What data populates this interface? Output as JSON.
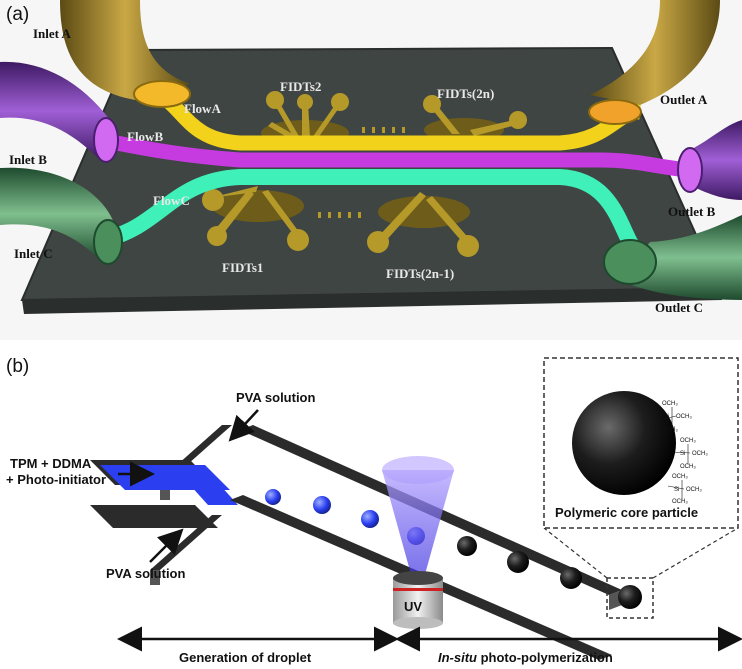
{
  "panel_a": {
    "tag": "(a)",
    "labels": {
      "inlet_a": "Inlet A",
      "inlet_b": "Inlet B",
      "inlet_c": "Inlet C",
      "outlet_a": "Outlet A",
      "outlet_b": "Outlet B",
      "outlet_c": "Outlet C",
      "flow_a": "FlowA",
      "flow_b": "FlowB",
      "flow_c": "FlowC",
      "fidts2": "FIDTs2",
      "fidts_2n": "FIDTs(2n)",
      "fidts1": "FIDTs1",
      "fidts_2n_1": "FIDTs(2n-1)"
    },
    "colors": {
      "flow_a": "#f3d21b",
      "flow_b": "#c63be0",
      "flow_c": "#3ff0b8",
      "chip": "#3f4542",
      "electrode": "#b59a2a"
    }
  },
  "panel_b": {
    "tag": "(b)",
    "labels": {
      "dispersed": [
        "TPM + DDMA",
        "+ Photo-initiator"
      ],
      "pva_top": "PVA solution",
      "pva_bottom": "PVA solution",
      "uv": "UV",
      "core_particle": "Polymeric core particle",
      "generation": "Generation of droplet",
      "insitu_italic": "In-situ",
      "insitu_rest": " photo-polymerization"
    },
    "chem_groups": [
      "OCH₃",
      "Si",
      "OCH₃",
      "OCH₃"
    ],
    "colors": {
      "droplet": "#2b3ff0",
      "channel": "#2b2b2b",
      "particle": "#111111",
      "uv_beam": "#7f6cf0"
    }
  }
}
